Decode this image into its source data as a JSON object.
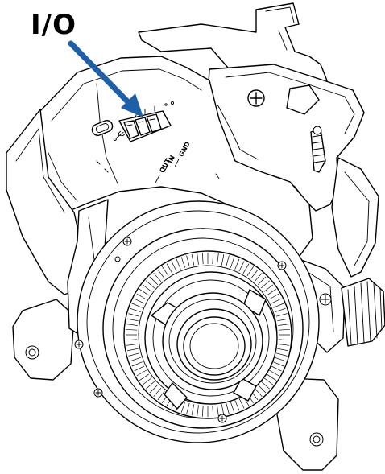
{
  "callout": {
    "label": "I/O",
    "arrow_color": "#1f5fa8"
  },
  "terminal_labels": {
    "out": "OUT",
    "in": "IN",
    "gnd": "GND"
  },
  "icons": {
    "usb": "usb-icon"
  }
}
